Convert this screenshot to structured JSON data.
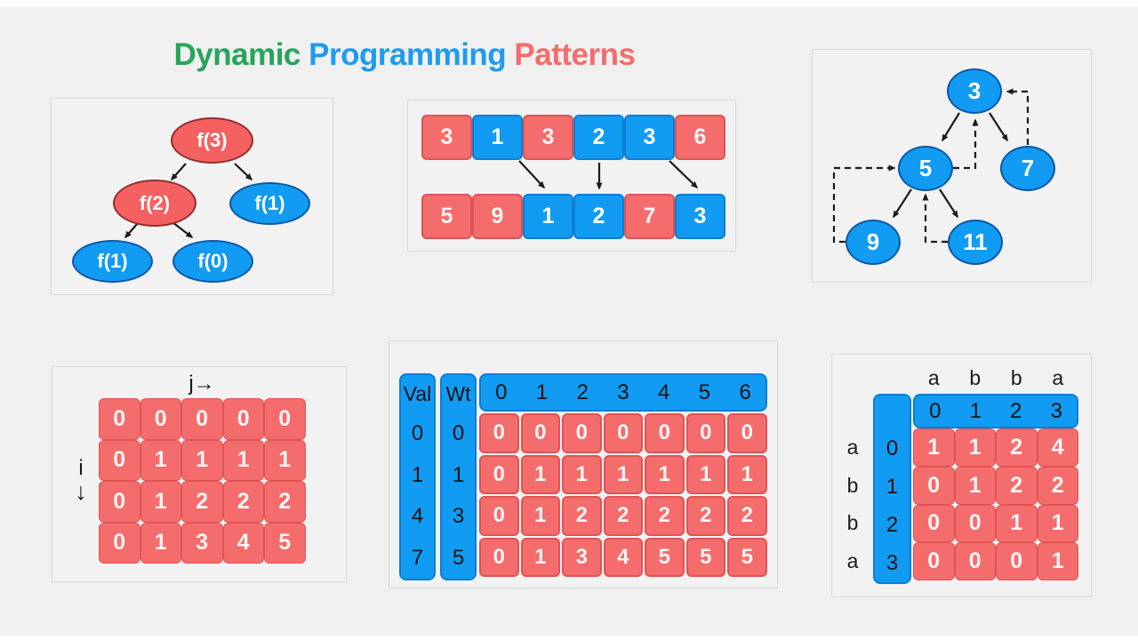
{
  "title": {
    "words": [
      {
        "text": "Dynamic",
        "color": "#27a45b"
      },
      {
        "text": "Programming",
        "color": "#1e9bf0"
      },
      {
        "text": "Patterns",
        "color": "#f56c6c"
      }
    ]
  },
  "colors": {
    "cell_red": "#f56c6c",
    "cell_blue": "#129bf2",
    "page_background": "#f0f0f1",
    "arrow": "#1a1a1a"
  },
  "recursion_tree": {
    "nodes": [
      {
        "label": "f(3)",
        "variant": "red"
      },
      {
        "label": "f(2)",
        "variant": "red"
      },
      {
        "label": "f(1)",
        "variant": "blue"
      },
      {
        "label": "f(1)",
        "variant": "blue"
      },
      {
        "label": "f(0)",
        "variant": "blue"
      }
    ]
  },
  "array_mapping": {
    "top_row": [
      {
        "value": "3",
        "variant": "red"
      },
      {
        "value": "1",
        "variant": "blue"
      },
      {
        "value": "3",
        "variant": "red"
      },
      {
        "value": "2",
        "variant": "blue"
      },
      {
        "value": "3",
        "variant": "blue"
      },
      {
        "value": "6",
        "variant": "red"
      }
    ],
    "bottom_row": [
      {
        "value": "5",
        "variant": "red"
      },
      {
        "value": "9",
        "variant": "red"
      },
      {
        "value": "1",
        "variant": "blue"
      },
      {
        "value": "2",
        "variant": "blue"
      },
      {
        "value": "7",
        "variant": "red"
      },
      {
        "value": "3",
        "variant": "blue"
      }
    ]
  },
  "tree_dp": {
    "nodes": [
      {
        "label": "3"
      },
      {
        "label": "5"
      },
      {
        "label": "7"
      },
      {
        "label": "9"
      },
      {
        "label": "11"
      }
    ]
  },
  "grid_dp": {
    "col_label": "j→",
    "row_label": "i",
    "row_arrow": "↓",
    "rows": [
      [
        "0",
        "0",
        "0",
        "0",
        "0"
      ],
      [
        "0",
        "1",
        "1",
        "1",
        "1"
      ],
      [
        "0",
        "1",
        "2",
        "2",
        "2"
      ],
      [
        "0",
        "1",
        "3",
        "4",
        "5"
      ]
    ]
  },
  "knapsack": {
    "val_header": "Val",
    "wt_header": "Wt",
    "val_col": [
      "0",
      "1",
      "4",
      "7"
    ],
    "wt_col": [
      "0",
      "1",
      "3",
      "5"
    ],
    "cap_header": [
      "0",
      "1",
      "2",
      "3",
      "4",
      "5",
      "6"
    ],
    "body": [
      [
        "0",
        "0",
        "0",
        "0",
        "0",
        "0",
        "0"
      ],
      [
        "0",
        "1",
        "1",
        "1",
        "1",
        "1",
        "1"
      ],
      [
        "0",
        "1",
        "2",
        "2",
        "2",
        "2",
        "2"
      ],
      [
        "0",
        "1",
        "3",
        "4",
        "5",
        "5",
        "5"
      ]
    ]
  },
  "lcs": {
    "top_letters": [
      "a",
      "b",
      "b",
      "a"
    ],
    "left_letters": [
      "a",
      "b",
      "b",
      "a"
    ],
    "col_indices": [
      "0",
      "1",
      "2",
      "3"
    ],
    "row_indices": [
      "0",
      "1",
      "2",
      "3"
    ],
    "body": [
      [
        "1",
        "1",
        "2",
        "4"
      ],
      [
        "0",
        "1",
        "2",
        "2"
      ],
      [
        "0",
        "0",
        "1",
        "1"
      ],
      [
        "0",
        "0",
        "0",
        "1"
      ]
    ]
  }
}
